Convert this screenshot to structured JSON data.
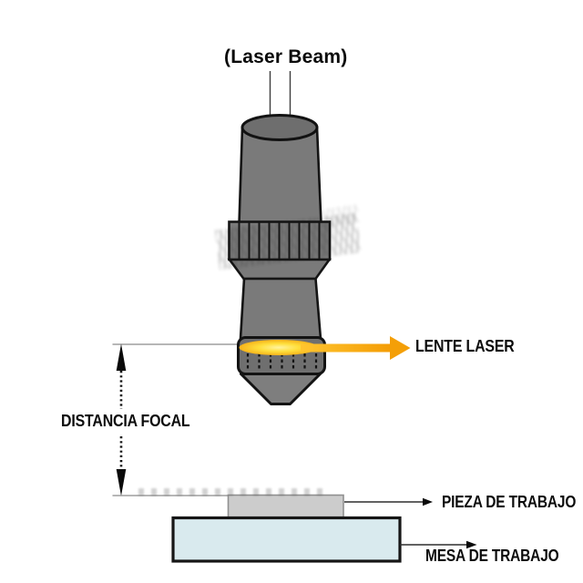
{
  "diagram": {
    "background": "#ffffff",
    "labels": {
      "laser_beam": "(Laser Beam)",
      "lente_laser": "LENTE LASER",
      "distancia_focal": "DISTANCIA FOCAL",
      "pieza_de_trabajo": "PIEZA DE TRABAJO",
      "mesa_de_trabajo": "MESA DE TRABAJO"
    },
    "colors": {
      "head_gray": "#7a7a7a",
      "head_top_gray": "#6e6e6e",
      "outline_black": "#151515",
      "lens_core_yellow": "#FFE45C",
      "lens_arrow_orange": "#F5A313",
      "workpiece_gray": "#cccccc",
      "table_blue": "#d9eaee",
      "dimension_line_gray": "#8a8a8a",
      "text_black": "#0b0b0b"
    },
    "parts": {
      "beam_arrows": "laser-beam-arrows",
      "head": "laser-head-barrel",
      "focus_ring": "knurled-focus-ring",
      "lens": "laser-lens",
      "nozzle": "nozzle-cone",
      "dimension": "focal-distance-dimension",
      "workpiece": "workpiece",
      "table": "work-table"
    }
  }
}
